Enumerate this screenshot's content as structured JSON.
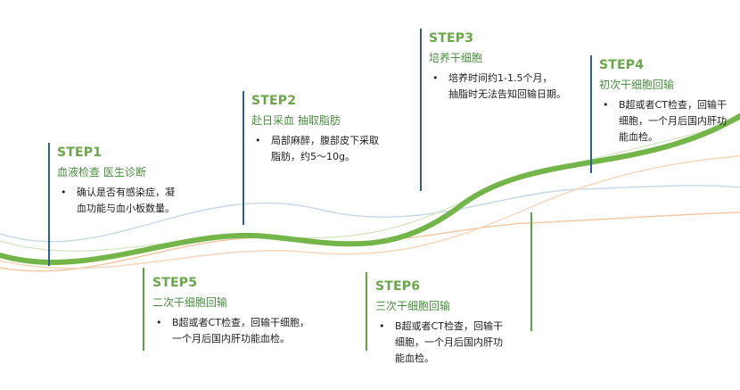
{
  "steps": [
    {
      "title": "STEP1",
      "subtitle": "血液检查 医生诊断",
      "lines": [
        "确认是否有感染症，凝",
        "血功能与血小板数量。"
      ]
    },
    {
      "title": "STEP2",
      "subtitle": "赴日采血 抽取脂肪",
      "lines": [
        "局部麻醉，腹部皮下采取",
        "脂肪，约5～10g。"
      ]
    },
    {
      "title": "STEP3",
      "subtitle": "培养干细胞",
      "lines": [
        "培养时间约1-1.5个月，",
        "抽脂时无法告知回输日期。"
      ]
    },
    {
      "title": "STEP4",
      "subtitle": "初次干细胞回输",
      "lines": [
        "B超或者CT检查，回输干",
        "细胞，一个月后国内肝功",
        "能血检。"
      ]
    },
    {
      "title": "STEP5",
      "subtitle": "二次干细胞回输",
      "lines": [
        "B超或者CT检查，回输干细胞，",
        "一个月后国内肝功能血检。"
      ]
    },
    {
      "title": "STEP6",
      "subtitle": "三次干细胞回输",
      "lines": [
        "B超或者CT检查，回输干",
        "细胞，一个月后国内肝功",
        "能血检。"
      ]
    }
  ],
  "bullet": "•",
  "colors": {
    "accent_green": "#6aa64a",
    "subtitle_green": "#4a8f3f",
    "main_wave": "#74b54a",
    "orange_wave": "#f2c9a4",
    "blue_wave": "#c9d9e8",
    "line_blue": "#2f5f8f",
    "line_green": "#5fa044"
  }
}
